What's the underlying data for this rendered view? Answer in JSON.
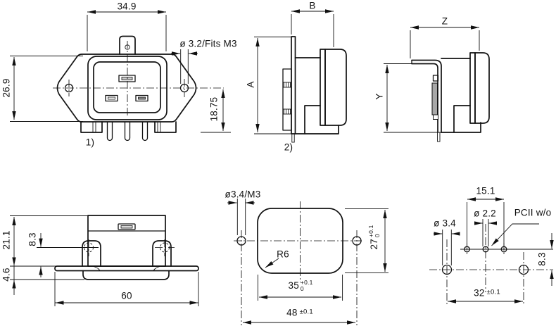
{
  "meta": {
    "line_color": "#111111",
    "background": "#ffffff",
    "shaded_part_color": "#a8a8a8"
  },
  "views": {
    "front": {
      "view_label": "1)",
      "width": "34.9",
      "height": "26.9",
      "mounting_hole_note": "ø 3.2/Fits M3",
      "center_to_pin_bottom": "18.75"
    },
    "side": {
      "view_label": "2)",
      "height_label": "A",
      "depth_label": "B"
    },
    "side_snap": {
      "height_label": "Y",
      "depth_label": "Z"
    },
    "top": {
      "overall_height": "21.1",
      "hole_offset": "8.3",
      "flange_height": "4.6",
      "flange_width": "60"
    },
    "panel_cutout": {
      "mounting_hole_note": "ø3.4/M3",
      "corner_radius": "R6",
      "width": "35",
      "width_tol_upper": "+0.1",
      "width_tol_lower": "0",
      "height": "27",
      "height_tol_upper": "+0.1",
      "height_tol_lower": "0",
      "hole_pitch": "48",
      "hole_pitch_tol": "±0.1"
    },
    "pcb": {
      "pin_row_span": "15.1",
      "pin_hole_dia": "ø 2.2",
      "variant_note": "PCII w/o",
      "mounting_hole_dia": "ø 3.4",
      "row_offset": "8.3",
      "mounting_pitch": "32",
      "mounting_pitch_tol": "±0.1"
    }
  }
}
